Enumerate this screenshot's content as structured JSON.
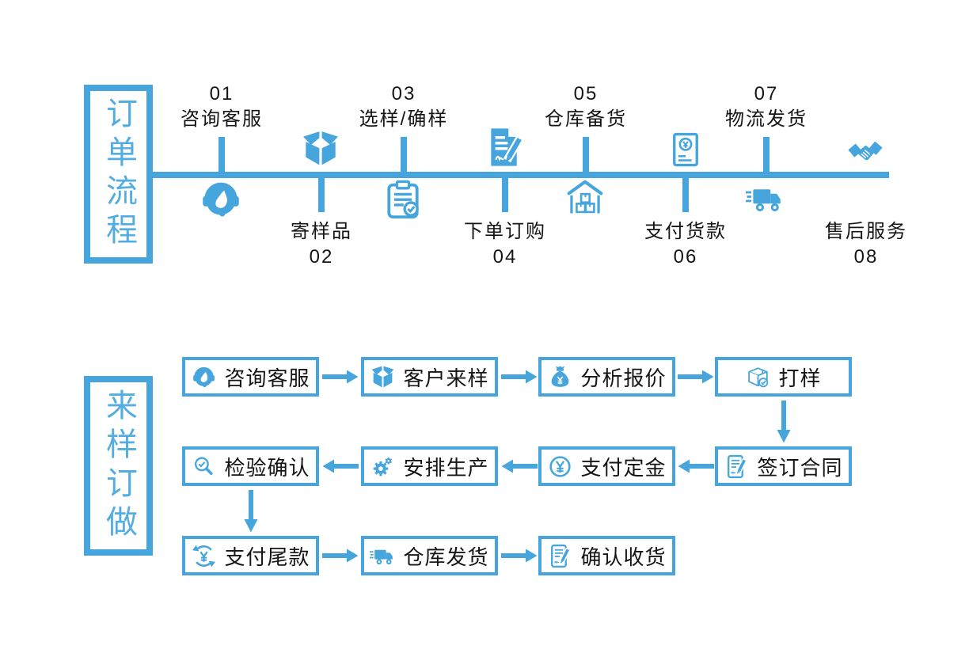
{
  "colors": {
    "accent": "#45A5DC",
    "text": "#151515",
    "background": "#ffffff"
  },
  "top_section": {
    "title": "订单流程",
    "steps": [
      {
        "num": "01",
        "label": "咨询客服",
        "icon": "headset-icon",
        "label_side": "above"
      },
      {
        "num": "02",
        "label": "寄样品",
        "icon": "open-box-icon",
        "label_side": "below"
      },
      {
        "num": "03",
        "label": "选样/确样",
        "icon": "clipboard-check-icon",
        "label_side": "above"
      },
      {
        "num": "04",
        "label": "下单订购",
        "icon": "document-pen-icon",
        "label_side": "below"
      },
      {
        "num": "05",
        "label": "仓库备货",
        "icon": "warehouse-icon",
        "label_side": "above"
      },
      {
        "num": "06",
        "label": "支付货款",
        "icon": "invoice-yen-icon",
        "label_side": "below"
      },
      {
        "num": "07",
        "label": "物流发货",
        "icon": "delivery-truck-icon",
        "label_side": "above"
      },
      {
        "num": "08",
        "label": "售后服务",
        "icon": "handshake-icon",
        "label_side": "below"
      }
    ]
  },
  "bottom_section": {
    "title": "来样订做",
    "rows": [
      {
        "direction": "right",
        "boxes": [
          {
            "label": "咨询客服",
            "icon": "headset-icon"
          },
          {
            "label": "客户来样",
            "icon": "open-box-icon"
          },
          {
            "label": "分析报价",
            "icon": "money-bag-icon"
          },
          {
            "label": "打样",
            "icon": "package-check-icon"
          }
        ]
      },
      {
        "direction": "left",
        "boxes": [
          {
            "label": "检验确认",
            "icon": "magnifier-check-icon"
          },
          {
            "label": "安排生产",
            "icon": "gear-icon"
          },
          {
            "label": "支付定金",
            "icon": "yen-circle-icon"
          },
          {
            "label": "签订合同",
            "icon": "contract-pen-icon"
          }
        ]
      },
      {
        "direction": "right",
        "boxes": [
          {
            "label": "支付尾款",
            "icon": "yen-refund-icon"
          },
          {
            "label": "仓库发货",
            "icon": "delivery-truck-icon"
          },
          {
            "label": "确认收货",
            "icon": "contract-pen-icon"
          }
        ]
      }
    ]
  }
}
